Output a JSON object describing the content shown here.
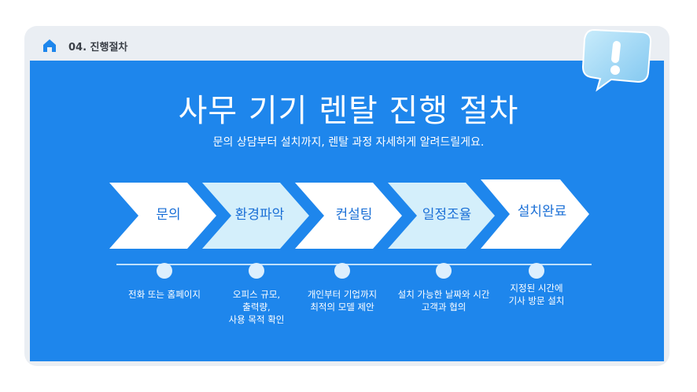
{
  "header": {
    "section_label": "04. 진행절차"
  },
  "title": "사무 기기 렌탈 진행 절차",
  "subtitle": "문의 상담부터 설치까지, 렌탈 과정 자세하게 알려드릴게요.",
  "steps": [
    {
      "label": "문의",
      "desc": [
        "전화 또는 홈페이지"
      ]
    },
    {
      "label": "환경파악",
      "desc": [
        "오피스 규모,",
        "출력량,",
        "사용 목적 확인"
      ]
    },
    {
      "label": "컨설팅",
      "desc": [
        "개인부터 기업까지",
        "최적의 모델 제안"
      ]
    },
    {
      "label": "일정조율",
      "desc": [
        "설치 가능한 날짜와 시간",
        "고객과 협의"
      ]
    },
    {
      "label": "설치완료",
      "desc": [
        "지정된 시간에",
        "기사 방문 설치"
      ]
    }
  ],
  "colors": {
    "panel": "#1e86ec",
    "chevron_white": "#ffffff",
    "chevron_light": "#d4effb",
    "label": "#1a6fd6"
  },
  "icons": {
    "home": "home-icon",
    "bubble": "exclamation-bubble-icon"
  }
}
